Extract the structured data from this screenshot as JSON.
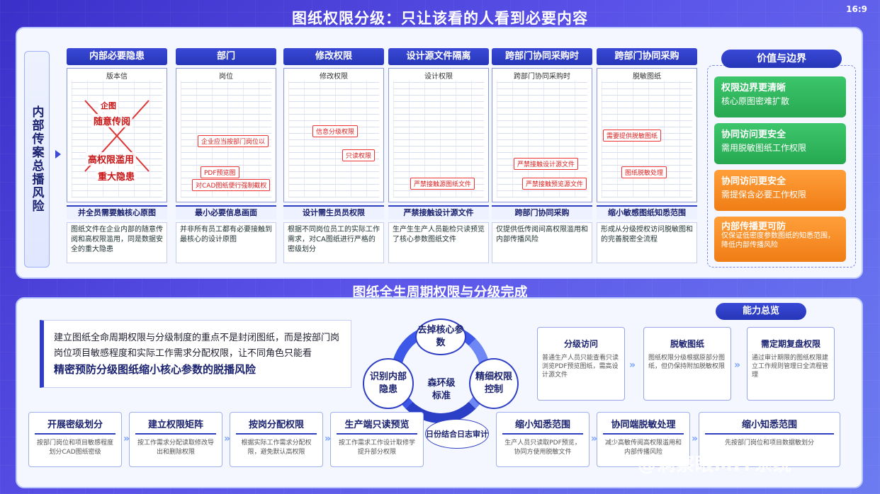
{
  "ratio": "16:9",
  "title": "图纸权限分级：只让该看的人看到必要内容",
  "section2_title": "图纸全生周期权限与分级完成",
  "left_label": "内部传案总播风险",
  "columns": [
    {
      "head": "内部必要隐患",
      "sub": "版本信",
      "tags": [
        "企图",
        "随意传阅",
        "高权限滥用",
        "重大隐患"
      ],
      "foot": "并全员需要触核心原图",
      "text": "图纸文件在企业内部的随意传阅和高权限滥用，同是数据安全的重大隐患"
    },
    {
      "head": "部门",
      "sub": "岗位",
      "tags": [
        "企业应当按部门岗位以",
        "PDF预览图",
        "对CAD图纸便行强制截权"
      ],
      "foot": "最小必要信息画面",
      "text": "并非所有员工都有必要接触到最核心的设计原图"
    },
    {
      "head": "修改权限",
      "sub": "修改权限",
      "tags": [
        "信息分级权限",
        "只读权限"
      ],
      "foot": "设计需生员员权限",
      "text": "根据不同岗位员工的实际工作需求，对CA图纸进行严格的密级划分"
    },
    {
      "head": "设计源文件隔离",
      "sub": "设计权限",
      "tags": [
        "严禁接触源图纸文件"
      ],
      "foot": "严禁接触设计源文件",
      "text": "生产生生产人员能检只读预览了核心参数图纸文件"
    },
    {
      "head": "跨部门协同采购时",
      "sub": "跨部门协同采购时",
      "tags": [
        "严禁接触设计源文件",
        "严禁接触预览源文件"
      ],
      "foot": "跨部门协同采购",
      "text": "仅提供低传阅间高权限滥用和内部传播风险"
    },
    {
      "head": "跨部门协同采购",
      "sub": "脱敏图纸",
      "tags": [
        "需要提供脱敏图纸",
        "图纸脱敏处理"
      ],
      "foot": "缩小敏感图纸知悉范围",
      "text": "形成从分级授权访问脱敏图和的完善脱密全流程"
    }
  ],
  "value_head": "价值与边界",
  "value_cards": [
    {
      "title": "权限边界更清晰",
      "desc": "核心原图密难扩散",
      "color": "#27a851"
    },
    {
      "title": "协同访问更安全",
      "desc": "需用脱敏图纸工作权限",
      "color": "#27a851"
    },
    {
      "title": "协同访问更安全",
      "desc": "需提保含必要工作权限",
      "color": "#f07d16"
    },
    {
      "title": "内部传播更可防",
      "desc": "仅保证低密度参数图纸的知悉范围，降低内部传播风险",
      "color": "#f07d16"
    }
  ],
  "brief_line1": "建立图纸全命周期权限与分级制度的重点不是封闭图纸，而是按部门岗",
  "brief_line2": "岗位项目敏感程度和实际工作需求分配权限，让不同角色只能看",
  "brief_line3": "精密预防分级图纸缩小核心参数的脱播风险",
  "ring": {
    "top": "去掉核心参数",
    "left": "识别内部隐患",
    "right": "精细权限控制",
    "center": "森环级标准"
  },
  "cover_label": "日份结合日志审计",
  "ability_head": "能力总览",
  "abilities": [
    {
      "title": "分级访问",
      "desc": "普通生产人员只能查看只读浏览PDF预览图纸，需高设计源文件"
    },
    {
      "title": "脱敏图纸",
      "desc": "图纸权限分级根据原部分图纸，但仍保持附加脱敏权限"
    },
    {
      "title": "需定期复盘权限",
      "desc": "通过审计期限的图纸权限建立工作规则管理日全流程管理"
    }
  ],
  "steps": [
    {
      "title": "开展密级划分",
      "desc": "按部门岗位和项目敏感程度划分CAD图纸密级"
    },
    {
      "title": "建立权限矩阵",
      "desc": "按工作需求分配读取修改导出和删除权限"
    },
    {
      "title": "按岗分配权限",
      "desc": "根据实际工作需求分配权限，避免默认高权限"
    },
    {
      "title": "生产端只读预览",
      "desc": "按工作需求工作设计取修学 提升部分权限"
    },
    {
      "title": "缩小知悉范围",
      "desc": "生产人员只读取PDF预览，协同方使用脱敏文件"
    },
    {
      "title": "协同端脱敏处理",
      "desc": "减少高敏传阅高权限滥用和内部传播风险"
    },
    {
      "title": "缩小知悉范围",
      "desc": "先按部门岗位和项目数据敏划分"
    }
  ],
  "watermark": "@洞察眼MIT系统"
}
